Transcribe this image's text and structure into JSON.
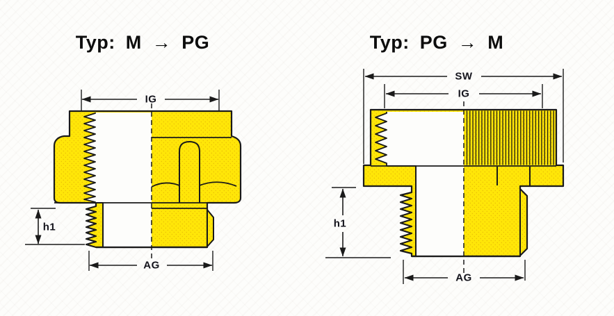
{
  "figures": [
    {
      "id": "m-to-pg",
      "title": "Typ: M → PG",
      "dimensions": {
        "inner_thread": "IG",
        "outer_thread": "AG",
        "stub_height": "h1"
      }
    },
    {
      "id": "pg-to-m",
      "title": "Typ: PG → M",
      "dimensions": {
        "wrench_size": "SW",
        "inner_thread": "IG",
        "outer_thread": "AG",
        "stub_height": "h1"
      }
    }
  ],
  "colors": {
    "body_yellow": "#FFE608",
    "halftone_dot": "#E9BE06",
    "outline": "#1A1A1A",
    "label_text": "#14141C",
    "background": "#FDFDFB"
  }
}
